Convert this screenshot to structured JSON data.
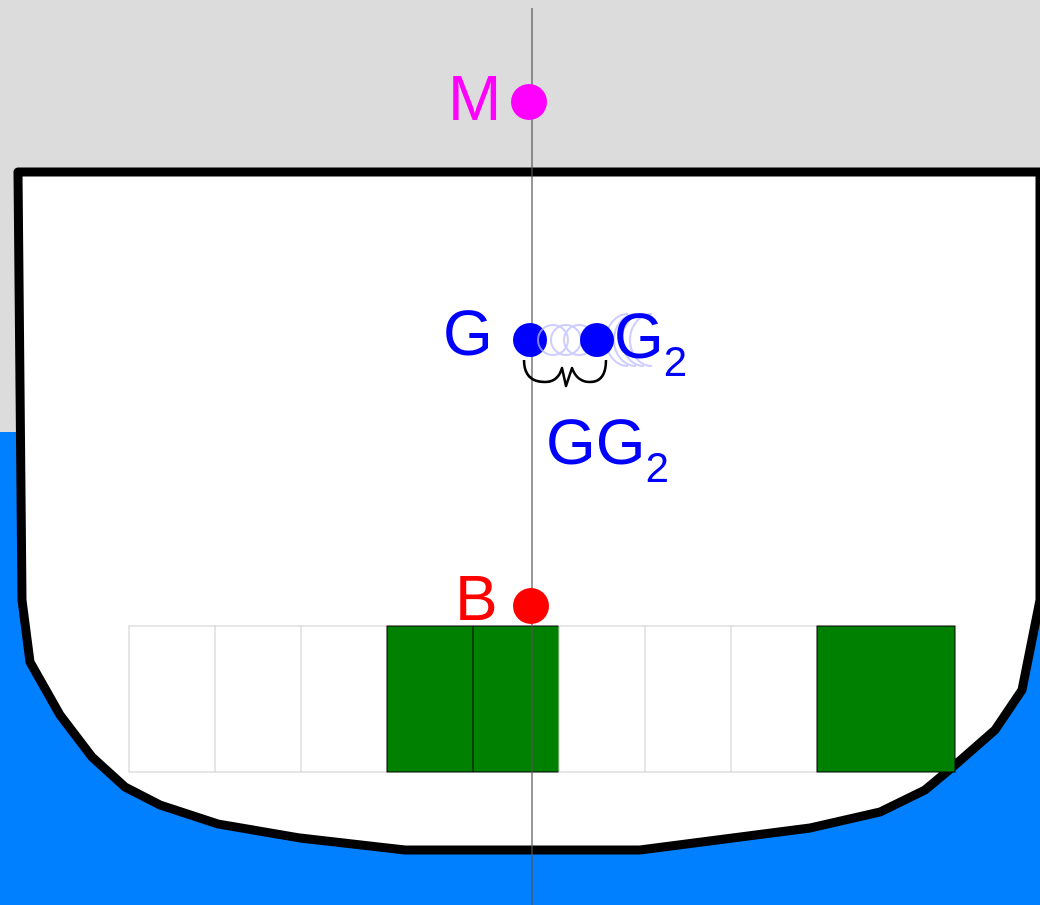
{
  "colors": {
    "sky": "#dcdcdc",
    "water": "#0080ff",
    "hull_fill": "#ffffff",
    "hull_outline": "#000000",
    "centerline": "#555555",
    "metacenter": "#ff00ff",
    "gravity": "#0000ff",
    "buoyancy": "#ff0000",
    "tank_filled": "#008000",
    "tank_empty": "#ffffff",
    "tank_border": "#cccccc"
  },
  "labels": {
    "metacenter": "M",
    "center_of_gravity": "G",
    "shifted_gravity_base": "G",
    "shifted_gravity_sub": "2",
    "shift_base": "GG",
    "shift_sub": "2",
    "center_of_buoyancy": "B"
  },
  "tanks": [
    {
      "filled": false
    },
    {
      "filled": false
    },
    {
      "filled": false
    },
    {
      "filled": true
    },
    {
      "filled": true
    },
    {
      "filled": false
    },
    {
      "filled": false
    },
    {
      "filled": false
    },
    {
      "filled": true
    }
  ]
}
